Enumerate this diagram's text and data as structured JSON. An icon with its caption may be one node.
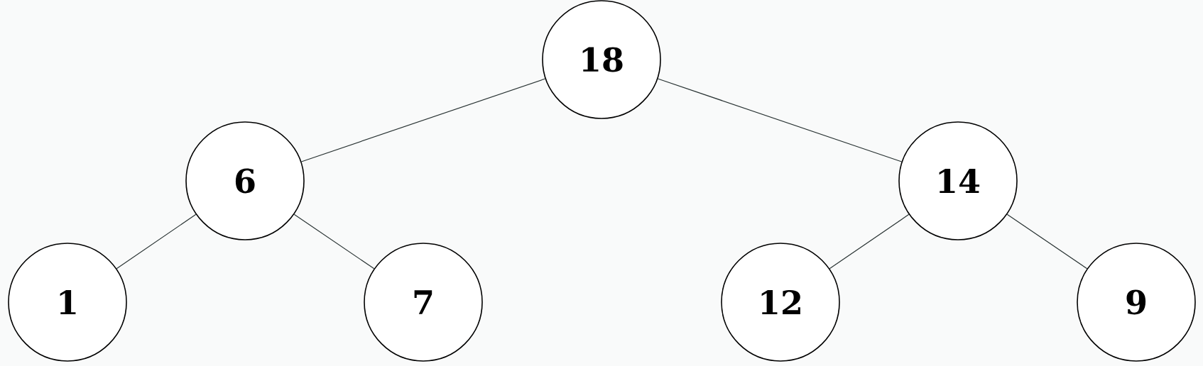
{
  "diagram": {
    "nodes": [
      {
        "text": [
          "18"
        ]
      },
      {
        "text": [
          "6"
        ]
      },
      {
        "text": [
          "14"
        ]
      },
      {
        "text": [
          "1"
        ]
      },
      {
        "text": [
          "7"
        ]
      },
      {
        "text": [
          "12"
        ]
      },
      {
        "text": [
          "9"
        ]
      }
    ],
    "edges": [
      {
        "from": 0,
        "to": 1,
        "arrow": "none"
      },
      {
        "from": 0,
        "to": 2,
        "arrow": "none"
      },
      {
        "from": 1,
        "to": 3,
        "arrow": "none"
      },
      {
        "from": 1,
        "to": 4,
        "arrow": "none"
      },
      {
        "from": 2,
        "to": 5,
        "arrow": "none"
      },
      {
        "from": 2,
        "to": 6,
        "arrow": "none"
      }
    ]
  }
}
